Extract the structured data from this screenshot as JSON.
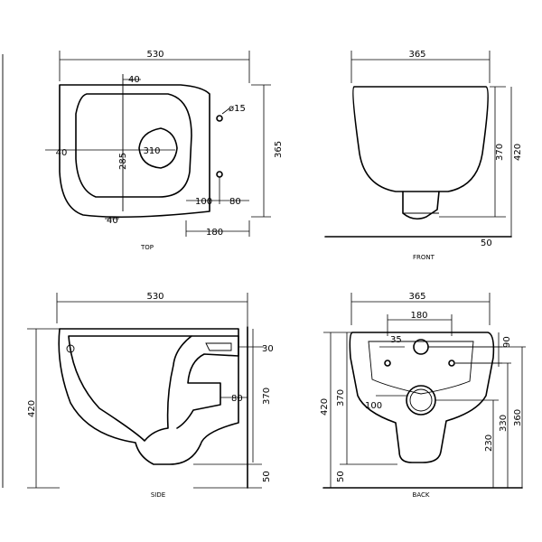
{
  "views": {
    "top": {
      "label": "TOP",
      "dims": {
        "width": "530",
        "rim": "40",
        "hole": "ø15",
        "left": "40",
        "inner_width": "310",
        "inner_depth": "285",
        "depth": "365",
        "bottom_rim": "40",
        "offset_100": "100",
        "offset_80": "80",
        "holes_180": "180"
      }
    },
    "front": {
      "label": "FRONT",
      "dims": {
        "width": "365",
        "bowl": "370",
        "height": "420",
        "base": "50"
      }
    },
    "side": {
      "label": "SIDE",
      "dims": {
        "length": "530",
        "height": "420",
        "spigot": "30",
        "outlet": "80",
        "bowl": "370",
        "base": "50"
      }
    },
    "back": {
      "label": "BACK",
      "dims": {
        "width": "365",
        "holes_180": "180",
        "fix_35": "35",
        "fix_90": "90",
        "outlet_100": "100",
        "h420": "420",
        "h370": "370",
        "h50": "50",
        "h230": "230",
        "h330": "330",
        "h360": "360"
      }
    }
  }
}
